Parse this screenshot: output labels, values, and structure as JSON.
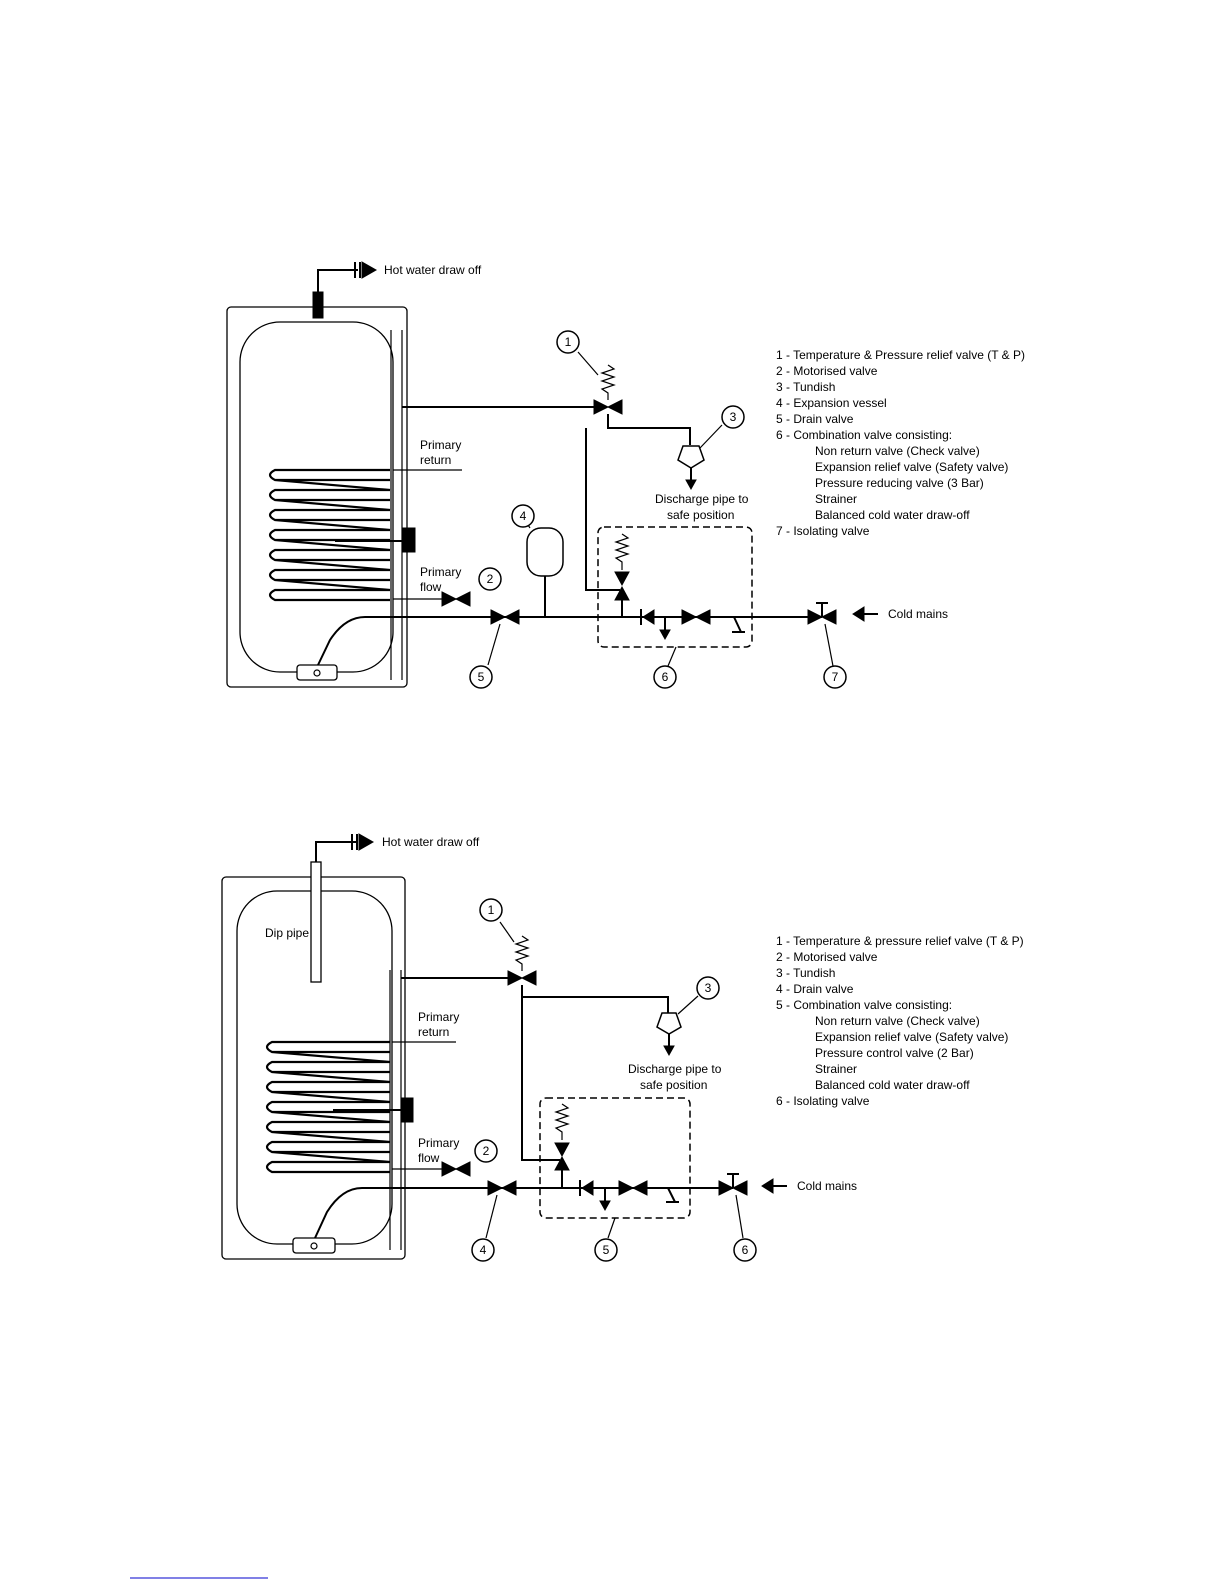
{
  "diagrams": [
    {
      "hot_water_label": "Hot water draw off",
      "primary_return_label": "Primary return",
      "primary_flow_label": "Primary flow",
      "discharge_label": "Discharge pipe to safe position",
      "cold_mains_label": "Cold mains",
      "dip_pipe_label": "",
      "callouts": [
        "1",
        "2",
        "3",
        "4",
        "5",
        "6",
        "7"
      ],
      "legend": [
        "1 - Temperature & Pressure relief valve (T & P)",
        "2 - Motorised valve",
        "3 - Tundish",
        "4 - Expansion vessel",
        "5 - Drain valve",
        "6 - Combination valve consisting:",
        "Non return valve (Check valve)",
        "Expansion relief valve (Safety valve)",
        "Pressure reducing valve (3 Bar)",
        "Strainer",
        "Balanced cold water draw-off",
        "7 - Isolating valve"
      ]
    },
    {
      "hot_water_label": "Hot water draw off",
      "primary_return_label": "Primary return",
      "primary_flow_label": "Primary flow",
      "discharge_label": "Discharge pipe to safe position",
      "cold_mains_label": "Cold mains",
      "dip_pipe_label": "Dip pipe",
      "callouts": [
        "1",
        "2",
        "3",
        "4",
        "5",
        "6"
      ],
      "legend": [
        "1 - Temperature & pressure relief valve (T & P)",
        "2 - Motorised valve",
        "3 - Tundish",
        "4 - Drain valve",
        "5 - Combination valve consisting:",
        "Non return valve (Check valve)",
        "Expansion relief valve (Safety valve)",
        "Pressure control valve (2 Bar)",
        "Strainer",
        "Balanced cold water draw-off",
        "6 - Isolating valve"
      ]
    }
  ]
}
